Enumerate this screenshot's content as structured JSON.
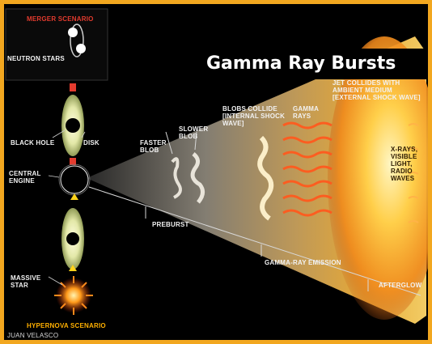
{
  "title": "Gamma Ray Bursts",
  "labels": {
    "merger_scenario": "MERGER SCENARIO",
    "neutron_stars": "NEUTRON STARS",
    "black_hole": "BLACK HOLE",
    "disk": "DISK",
    "central_engine": "CENTRAL\nENGINE",
    "massive_star": "MASSIVE\nSTAR",
    "hypernova_scenario": "HYPERNOVA SCENARIO",
    "credit": "JUAN VELASCO",
    "faster_blob": "FASTER\nBLOB",
    "slower_blob": "SLOWER\nBLOB",
    "blobs_collide": "BLOBS COLLIDE\n[internal shock\nwave]",
    "gamma_rays": "GAMMA\nRAYS",
    "jet_collides": "JET COLLIDES WITH\nAMBIENT MEDIUM\n[external shock wave]",
    "xrays": "X-RAYS,\nVISIBLE\nLIGHT,\nRADIO\nWAVES",
    "preburst": "PREBURST",
    "gamma_ray_emission": "GAMMA-RAY EMISSION",
    "afterglow": "AFTERGLOW"
  },
  "colors": {
    "frame": "#f2a71f",
    "background": "#000000",
    "scenario_red": "#e33b2e",
    "hypernova_orange": "#ffb000"
  }
}
